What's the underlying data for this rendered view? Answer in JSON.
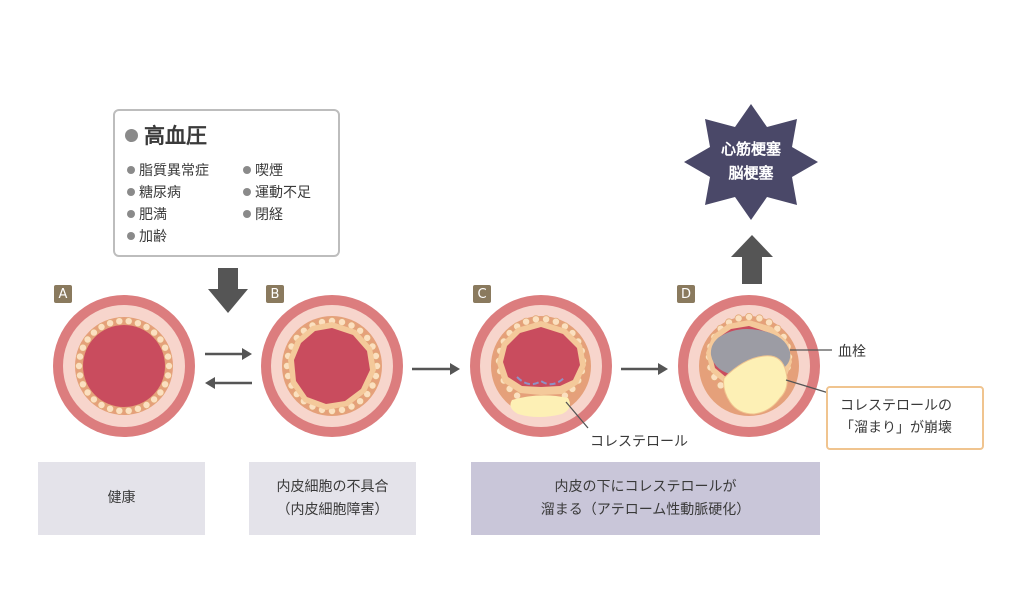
{
  "risk_factors": {
    "main": "高血圧",
    "items": [
      "脂質異常症",
      "喫煙",
      "糖尿病",
      "運動不足",
      "肥満",
      "閉経",
      "加齢"
    ]
  },
  "stages": [
    {
      "badge": "A",
      "caption": "健康"
    },
    {
      "badge": "B",
      "caption_lines": [
        "内皮細胞の不具合",
        "（内皮細胞障害）"
      ]
    },
    {
      "badge": "C",
      "caption_lines": [
        "内皮の下にコレステロールが",
        "溜まる（アテローム性動脈硬化）"
      ]
    },
    {
      "badge": "D"
    }
  ],
  "labels": {
    "cholesterol": "コレステロール",
    "thrombus": "血栓",
    "rupture_lines": [
      "コレステロールの",
      "「溜まり」が崩壊"
    ]
  },
  "outcome": {
    "lines": [
      "心筋梗塞",
      "脳梗塞"
    ]
  },
  "colors": {
    "outer_wall": "#dc7d7e",
    "media": "#f7d5cc",
    "intima": "#e5a07a",
    "lumen": "#c94c5e",
    "plaque": "#fdf0b5",
    "thrombus": "#9c9ca4",
    "arrow": "#555555",
    "star": "#4a4868",
    "badge": "#8a7a5e"
  }
}
